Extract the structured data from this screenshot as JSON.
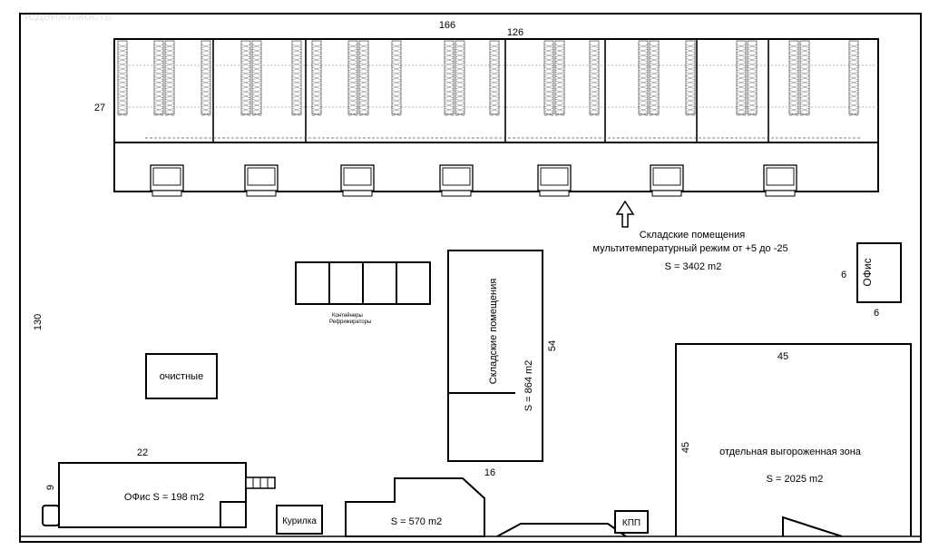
{
  "watermark": "Недвижимость",
  "dims": {
    "top_total": "166",
    "warehouse_length": "126",
    "warehouse_depth": "27",
    "site_height": "130",
    "office_right_w": "6",
    "office_right_h": "6",
    "center_wh_h": "54",
    "center_wh_w": "16",
    "zone_w": "45",
    "zone_h": "45",
    "office_left_w": "22",
    "office_left_h": "9"
  },
  "labels": {
    "warehouse_line1": "Складские помещения",
    "warehouse_line2": "мультитемпературный режим от +5 до -25",
    "warehouse_area": "S = 3402 m2",
    "office_right": "ОФис",
    "containers_line1": "Контейнеры",
    "containers_line2": "Рефрижираторы",
    "treatment": "очистные",
    "center_wh_title": "Складские помещения",
    "center_wh_area": "S = 864 m2",
    "zone_title": "отдельная выгороженная зона",
    "zone_area": "S = 2025 m2",
    "office_left": "ОФис  S = 198 m2",
    "smoking": "Курилка",
    "bottom_building_area": "S = 570 m2",
    "checkpoint": "КПП"
  }
}
